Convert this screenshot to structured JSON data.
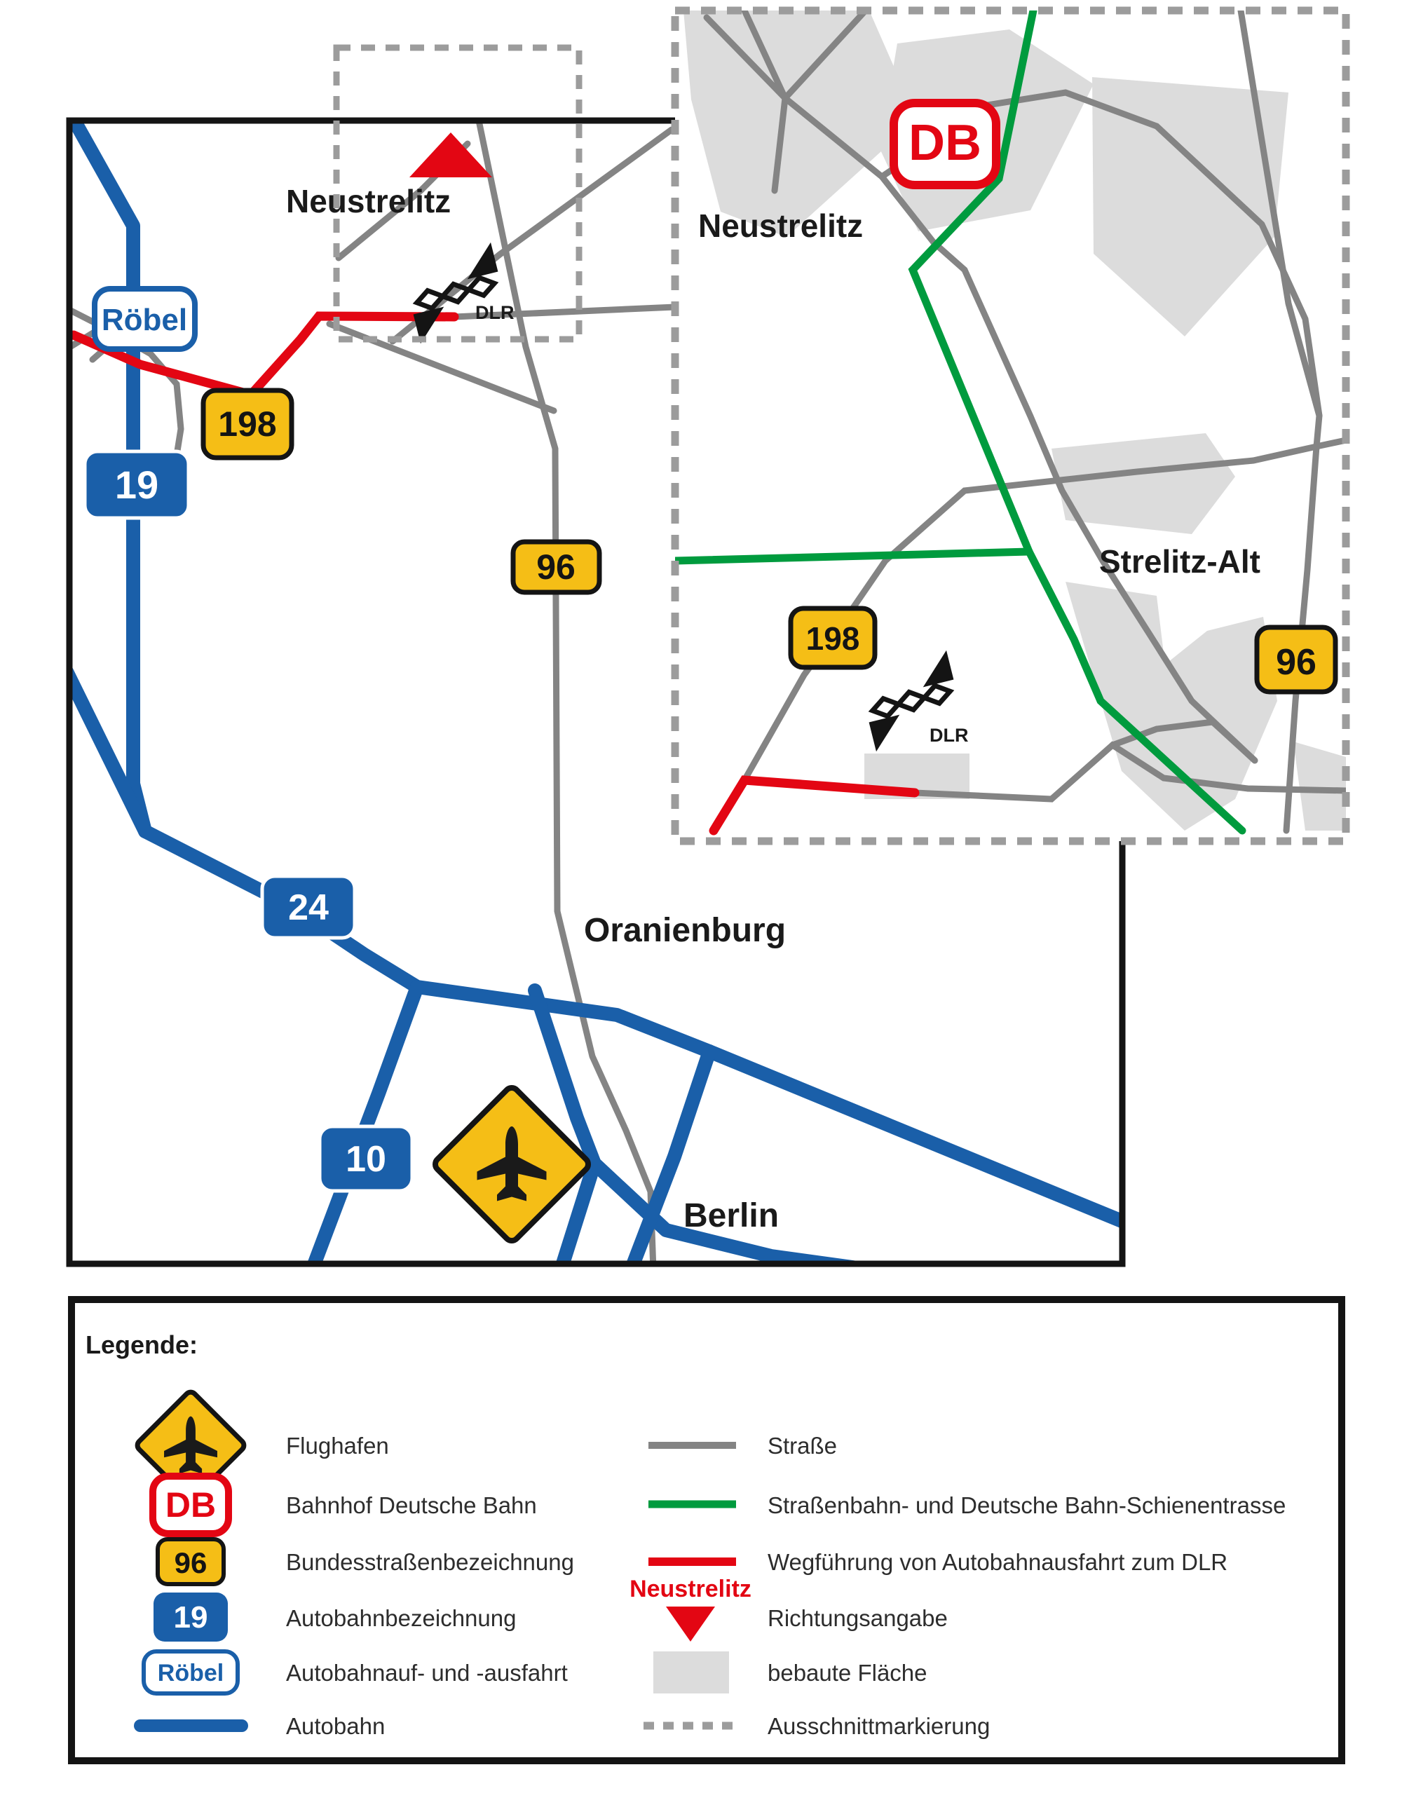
{
  "colors": {
    "autobahn_blue": "#1a5fa9",
    "route_red": "#e30613",
    "rail_green": "#009b3e",
    "road_gray": "#848484",
    "built_gray": "#dcdcdc",
    "marker_gray": "#9c9c9c",
    "badge_yellow": "#f5be16",
    "ink_black": "#1a1a1a"
  },
  "main_map": {
    "city_neustrelitz": "Neustrelitz",
    "city_oranienburg": "Oranienburg",
    "city_berlin": "Berlin",
    "exit_roebel": "Röbel",
    "badge_a19": "19",
    "badge_a24": "24",
    "badge_a10": "10",
    "badge_b96": "96",
    "badge_b198": "198",
    "dlr_label": "DLR"
  },
  "inset": {
    "city_neustrelitz": "Neustrelitz",
    "city_strelitz_alt": "Strelitz-Alt",
    "badge_b198": "198",
    "badge_b96": "96",
    "db_label": "DB",
    "dlr_label": "DLR"
  },
  "legend": {
    "title": "Legende:",
    "items_left": [
      {
        "icon": "airport",
        "label": "Flughafen"
      },
      {
        "icon": "db-station",
        "badge": "DB",
        "label": "Bahnhof Deutsche Bahn"
      },
      {
        "icon": "federal-road-badge",
        "badge": "96",
        "label": "Bundesstraßenbezeichnung"
      },
      {
        "icon": "autobahn-badge",
        "badge": "19",
        "label": "Autobahnbezeichnung"
      },
      {
        "icon": "autobahn-exit-badge",
        "badge": "Röbel",
        "label": "Autobahnauf- und -ausfahrt"
      },
      {
        "icon": "autobahn-line",
        "label": "Autobahn"
      }
    ],
    "items_right": [
      {
        "icon": "road-line",
        "label": "Straße"
      },
      {
        "icon": "rail-line",
        "label": "Straßenbahn- und Deutsche Bahn-Schienentrasse"
      },
      {
        "icon": "route-line",
        "label": "Wegführung von Autobahnausfahrt zum DLR"
      },
      {
        "icon": "direction-marker",
        "marker_text": "Neustrelitz",
        "label": "Richtungsangabe"
      },
      {
        "icon": "built-area",
        "label": "bebaute Fläche"
      },
      {
        "icon": "cutout-marker",
        "label": "Ausschnittmarkierung"
      }
    ]
  }
}
